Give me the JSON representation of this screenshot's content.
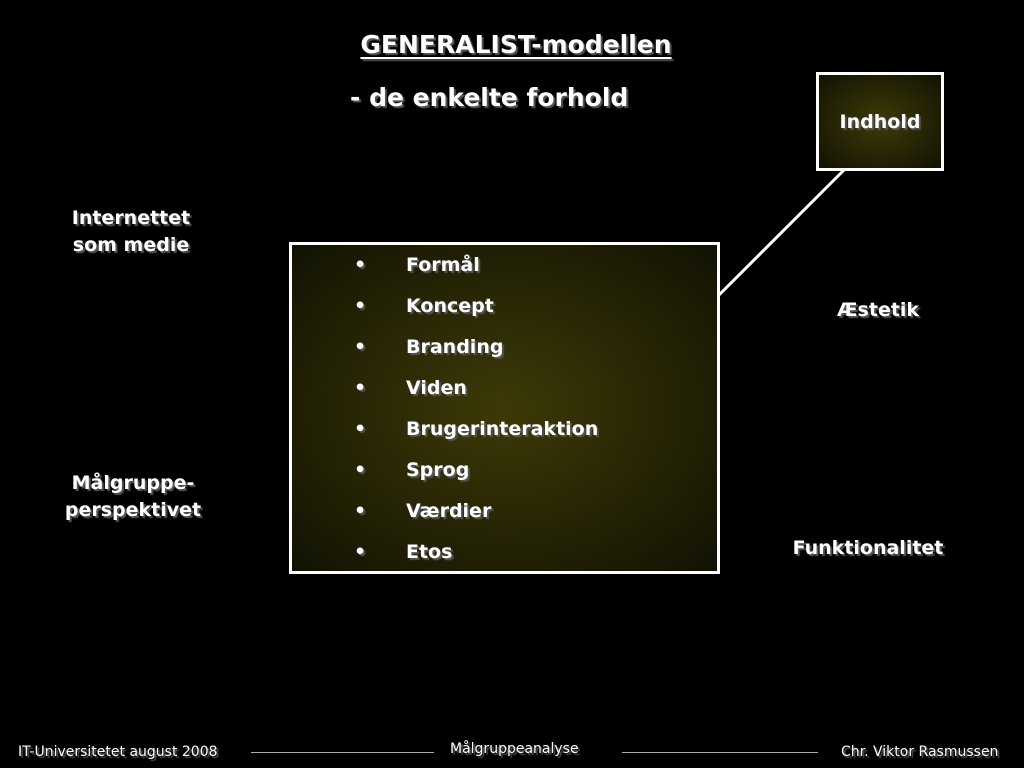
{
  "slide": {
    "title": "GENERALIST-modellen",
    "subtitle": "- de enkelte forhold"
  },
  "left_labels": {
    "internet_line1": "Internettet",
    "internet_line2": "som medie",
    "target_line1": "Målgruppe-",
    "target_line2": "perspektivet"
  },
  "right_labels": {
    "content_box": "Indhold",
    "aesthetics": "Æstetik",
    "functionality": "Funktionalitet"
  },
  "center_list": {
    "bullet": "•",
    "items": [
      "Formål",
      "Koncept",
      "Branding",
      "Viden",
      "Brugerinteraktion",
      "Sprog",
      "Værdier",
      "Etos"
    ]
  },
  "footer": {
    "left": "IT-Universitetet august 2008",
    "center": "Målgruppeanalyse",
    "right": "Chr. Viktor Rasmussen"
  }
}
